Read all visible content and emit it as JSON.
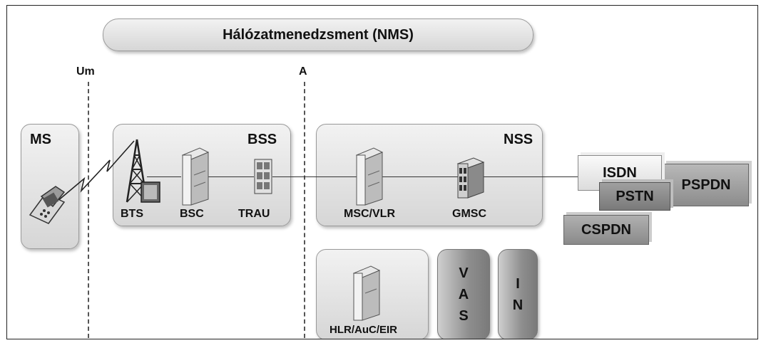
{
  "nms": "Hálózatmenedzsment (NMS)",
  "interfaces": {
    "um": "Um",
    "a": "A"
  },
  "ms": {
    "label": "MS"
  },
  "bss": {
    "label": "BSS",
    "bts": "BTS",
    "bsc": "BSC",
    "trau": "TRAU"
  },
  "nss": {
    "label": "NSS",
    "msc": "MSC/VLR",
    "gmsc": "GMSC"
  },
  "hlr": {
    "label": "HLR/AuC/EIR"
  },
  "vas": {
    "letters": [
      "V",
      "A",
      "S"
    ]
  },
  "in": {
    "letters": [
      "I",
      "N"
    ]
  },
  "networks": {
    "isdn": "ISDN",
    "pspdn": "PSPDN",
    "pstn": "PSTN",
    "cspdn": "CSPDN"
  }
}
